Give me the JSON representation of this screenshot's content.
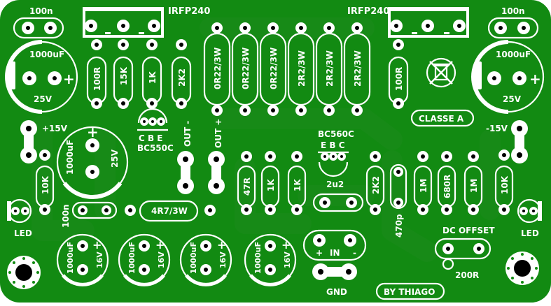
{
  "board": {
    "background_color": "#128a12",
    "silk_color": "#ffffff",
    "pad_color": "#ffffff",
    "hole_color": "#000000"
  },
  "labels": {
    "cap_100n_left": "100n",
    "cap_100n_right": "100n",
    "irfp_left": "IRFP240",
    "irfp_right": "IRFP240",
    "cap_1000uf_tl": "1000uF",
    "cap_25v_tl": "25V",
    "cap_1000uf_tr": "1000uF",
    "cap_25v_tr": "25V",
    "res_100r_left": "100R",
    "res_15k": "15K",
    "res_1k_top": "1K",
    "res_2k2_top": "2K2",
    "res_0r22_1": "0R22/3W",
    "res_0r22_2": "0R22/3W",
    "res_0r22_3": "0R22/3W",
    "res_2r2_1": "2R2/3W",
    "res_2r2_2": "2R2/3W",
    "res_2r2_3": "2R2/3W",
    "res_100r_right": "100R",
    "plus_15v": "+15V",
    "minus_15v": "-15V",
    "classe_a": "CLASSE A",
    "bc550c_pins": "C B E",
    "bc550c": "BC550C",
    "out_minus": "OUT -",
    "out_plus": "OUT +",
    "bc560c": "BC560C",
    "bc560c_pins": "E B C",
    "cap_1000uf_mid": "1000uF",
    "cap_25v_mid": "25V",
    "res_10k_left": "10K",
    "res_47r": "47R",
    "res_1k_a": "1K",
    "res_1k_b": "1K",
    "cap_2u2": "2u2",
    "res_2k2_mid": "2K2",
    "res_1m_a": "1M",
    "res_680r": "680R",
    "res_1m_b": "1M",
    "res_10k_right": "10K",
    "cap_100n_mid": "100n",
    "res_4r7": "4R7/3W",
    "led_left": "LED",
    "led_right": "LED",
    "cap_470p": "470p",
    "dc_offset": "DC OFFSET",
    "trimmer_200r": "200R",
    "in_plus": "+",
    "in_label": "IN",
    "in_minus": "-",
    "gnd": "GND",
    "by_thiago": "BY THIAGO",
    "cap_bot_1": "1000uF",
    "cap_bot_1v": "16V",
    "cap_bot_2": "1000uF",
    "cap_bot_2v": "16V",
    "cap_bot_3": "1000uF",
    "cap_bot_3v": "16V",
    "cap_bot_4": "1000uF",
    "cap_bot_4v": "16V",
    "plus_sign": "+"
  }
}
